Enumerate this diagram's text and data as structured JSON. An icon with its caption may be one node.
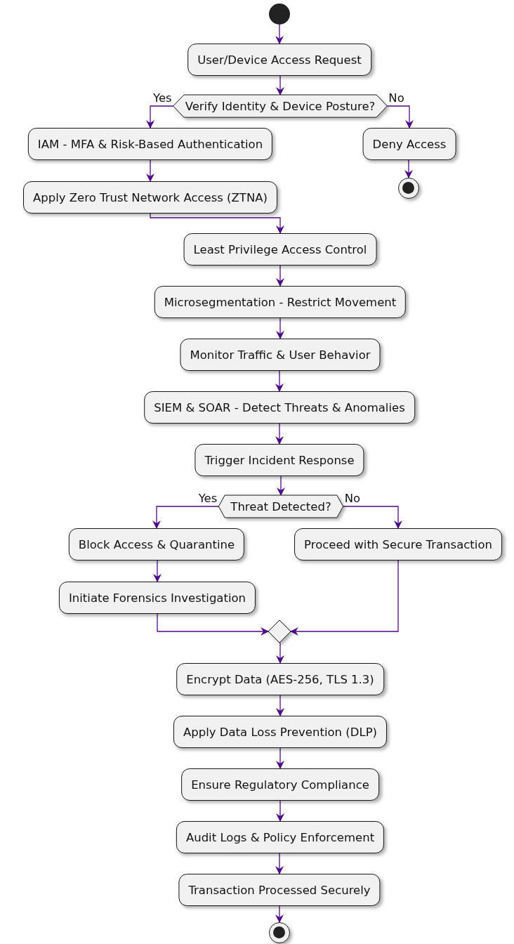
{
  "diagram": {
    "nodes": [
      {
        "text": [],
        "shape": "circle"
      },
      {
        "text": [
          "User/Device Access Request"
        ]
      },
      {
        "text": [
          "Verify Identity & Device Posture?"
        ]
      },
      {
        "text": [
          "IAM - MFA & Risk-Based Authentication"
        ]
      },
      {
        "text": [
          "Apply Zero Trust Network Access (ZTNA)"
        ]
      },
      {
        "text": [
          "Deny Access"
        ]
      },
      {
        "text": [],
        "shape": "ring"
      },
      {
        "text": [
          "Least Privilege Access Control"
        ]
      },
      {
        "text": [
          "Microsegmentation - Restrict Movement"
        ]
      },
      {
        "text": [
          "Monitor Traffic & User Behavior"
        ]
      },
      {
        "text": [
          "SIEM & SOAR - Detect Threats & Anomalies"
        ]
      },
      {
        "text": [
          "Trigger Incident Response"
        ]
      },
      {
        "text": [
          "Threat Detected?"
        ]
      },
      {
        "text": [
          "Block Access & Quarantine"
        ]
      },
      {
        "text": [
          "Proceed with Secure Transaction"
        ]
      },
      {
        "text": [
          "Initiate Forensics Investigation"
        ]
      },
      {
        "text": [],
        "shape": "diamond"
      },
      {
        "text": [
          "Encrypt Data (AES-256, TLS 1.3)"
        ]
      },
      {
        "text": [
          "Apply Data Loss Prevention (DLP)"
        ]
      },
      {
        "text": [
          "Ensure Regulatory Compliance"
        ]
      },
      {
        "text": [
          "Audit Logs & Policy Enforcement"
        ]
      },
      {
        "text": [
          "Transaction Processed Securely"
        ]
      },
      {
        "text": [],
        "shape": "ring"
      }
    ],
    "edges": [
      {
        "from": 0,
        "to": 1,
        "arrow": "to"
      },
      {
        "from": 1,
        "to": 2,
        "arrow": "to"
      },
      {
        "from": 2,
        "to": 3,
        "arrow": "to",
        "label": "Yes"
      },
      {
        "from": 2,
        "to": 5,
        "arrow": "to",
        "label": "No"
      },
      {
        "from": 3,
        "to": 4,
        "arrow": "to"
      },
      {
        "from": 5,
        "to": 6,
        "arrow": "to"
      },
      {
        "from": 4,
        "to": 7,
        "arrow": "to"
      },
      {
        "from": 7,
        "to": 8,
        "arrow": "to"
      },
      {
        "from": 8,
        "to": 9,
        "arrow": "to"
      },
      {
        "from": 9,
        "to": 10,
        "arrow": "to"
      },
      {
        "from": 10,
        "to": 11,
        "arrow": "to"
      },
      {
        "from": 11,
        "to": 12,
        "arrow": "to"
      },
      {
        "from": 12,
        "to": 13,
        "arrow": "to",
        "label": "Yes"
      },
      {
        "from": 12,
        "to": 14,
        "arrow": "to",
        "label": "No"
      },
      {
        "from": 13,
        "to": 15,
        "arrow": "to"
      },
      {
        "from": 15,
        "to": 16,
        "arrow": "to"
      },
      {
        "from": 14,
        "to": 16,
        "arrow": "to"
      },
      {
        "from": 16,
        "to": 17,
        "arrow": "to"
      },
      {
        "from": 17,
        "to": 18,
        "arrow": "to"
      },
      {
        "from": 18,
        "to": 19,
        "arrow": "to"
      },
      {
        "from": 19,
        "to": 20,
        "arrow": "to"
      },
      {
        "from": 20,
        "to": 21,
        "arrow": "to"
      },
      {
        "from": 21,
        "to": 22,
        "arrow": "to"
      }
    ]
  }
}
